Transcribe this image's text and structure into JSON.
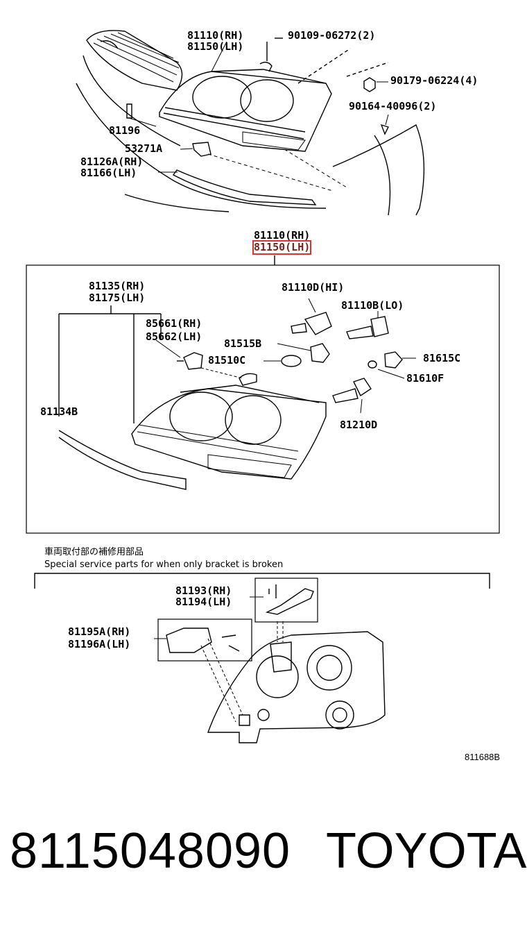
{
  "top": {
    "lamp_rh": "81110(RH)",
    "lamp_lh": "81150(LH)",
    "bolt": "90109-06272(2)",
    "nut": "90179-06224(4)",
    "screw": "90164-40096(2)",
    "clip": "81196",
    "bracket": "53271A",
    "trim_rh": "81126A(RH)",
    "trim_lh": "81166(LH)"
  },
  "assembly": {
    "title_rh": "81110(RH)",
    "title_lh": "81150(LH)",
    "unit_rh": "81135(RH)",
    "unit_lh": "81175(LH)",
    "socket_rh": "85661(RH)",
    "socket_lh": "85662(LH)",
    "bulb_hi": "81110D(HI)",
    "bulb_lo": "81110B(LO)",
    "holder_1": "81515B",
    "bulb_1": "81510C",
    "holder_2": "81615C",
    "bulb_2": "81610F",
    "bulb_3": "81210D",
    "trim": "81134B"
  },
  "service": {
    "title_jp": "車両取付部の補修用部品",
    "title_en": "Special service parts for when only bracket is broken",
    "bracket_a_rh": "81193(RH)",
    "bracket_a_lh": "81194(LH)",
    "bracket_b_rh": "81195A(RH)",
    "bracket_b_lh": "81196A(LH)",
    "diagram_code": "811688B"
  },
  "footer": {
    "part_number": "8115048090",
    "brand": "TOYOTA"
  }
}
